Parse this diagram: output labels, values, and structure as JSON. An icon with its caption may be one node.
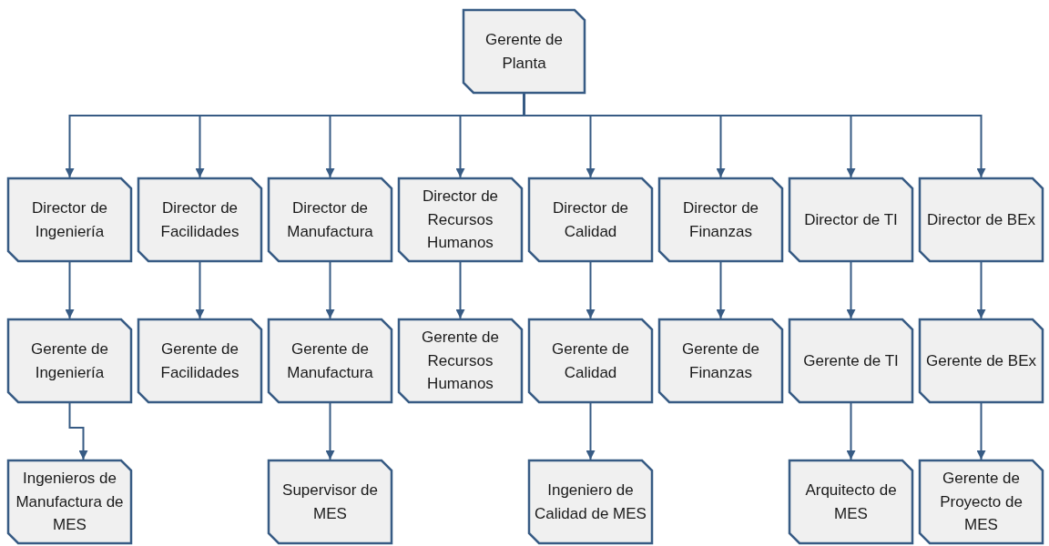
{
  "diagram": {
    "nodes": [
      {
        "text": [
          "Gerente de Planta"
        ]
      },
      {
        "text": [
          "Director de Ingeniería"
        ]
      },
      {
        "text": [
          "Director de Facilidades"
        ]
      },
      {
        "text": [
          "Director de Manufactura"
        ]
      },
      {
        "text": [
          "Director de Recursos Humanos"
        ]
      },
      {
        "text": [
          "Director de Calidad"
        ]
      },
      {
        "text": [
          "Director de Finanzas"
        ]
      },
      {
        "text": [
          "Director de TI"
        ]
      },
      {
        "text": [
          "Director de BEx"
        ]
      },
      {
        "text": [
          "Gerente de Ingeniería"
        ]
      },
      {
        "text": [
          "Gerente de Facilidades"
        ]
      },
      {
        "text": [
          "Gerente de Manufactura"
        ]
      },
      {
        "text": [
          "Gerente de Recursos Humanos"
        ]
      },
      {
        "text": [
          "Gerente de Calidad"
        ]
      },
      {
        "text": [
          "Gerente de Finanzas"
        ]
      },
      {
        "text": [
          "Gerente de TI"
        ]
      },
      {
        "text": [
          "Gerente de BEx"
        ]
      },
      {
        "text": [
          "Ingenieros de Manufactura de MES"
        ]
      },
      {
        "text": [
          "Supervisor de MES"
        ]
      },
      {
        "text": [
          "Ingeniero de Calidad de MES"
        ]
      },
      {
        "text": [
          "Arquitecto de MES"
        ]
      },
      {
        "text": [
          "Gerente de Proyecto de MES"
        ]
      }
    ],
    "edges": [
      {
        "from": 0,
        "to": 1,
        "arrow": "to"
      },
      {
        "from": 0,
        "to": 2,
        "arrow": "to"
      },
      {
        "from": 0,
        "to": 3,
        "arrow": "to"
      },
      {
        "from": 0,
        "to": 4,
        "arrow": "to"
      },
      {
        "from": 0,
        "to": 5,
        "arrow": "to"
      },
      {
        "from": 0,
        "to": 6,
        "arrow": "to"
      },
      {
        "from": 0,
        "to": 7,
        "arrow": "to"
      },
      {
        "from": 0,
        "to": 8,
        "arrow": "to"
      },
      {
        "from": 1,
        "to": 9,
        "arrow": "to"
      },
      {
        "from": 2,
        "to": 10,
        "arrow": "to"
      },
      {
        "from": 3,
        "to": 11,
        "arrow": "to"
      },
      {
        "from": 4,
        "to": 12,
        "arrow": "to"
      },
      {
        "from": 5,
        "to": 13,
        "arrow": "to"
      },
      {
        "from": 6,
        "to": 14,
        "arrow": "to"
      },
      {
        "from": 7,
        "to": 15,
        "arrow": "to"
      },
      {
        "from": 8,
        "to": 16,
        "arrow": "to"
      },
      {
        "from": 9,
        "to": 17,
        "arrow": "to"
      },
      {
        "from": 11,
        "to": 18,
        "arrow": "to"
      },
      {
        "from": 13,
        "to": 19,
        "arrow": "to"
      },
      {
        "from": 15,
        "to": 20,
        "arrow": "to"
      },
      {
        "from": 16,
        "to": 21,
        "arrow": "to"
      }
    ]
  }
}
